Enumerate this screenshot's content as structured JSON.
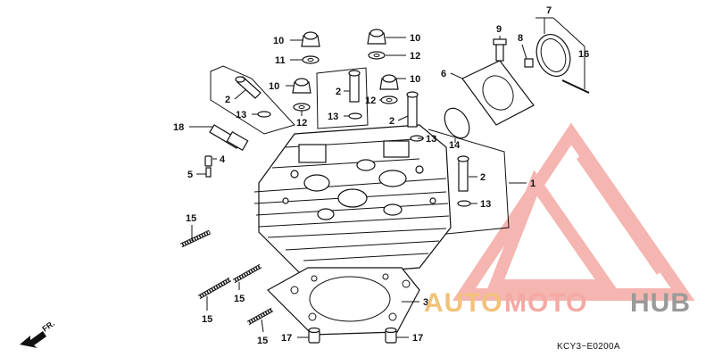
{
  "diagram_code": "KCY3−E0200A",
  "front_marker": "FR.",
  "watermark": {
    "word_a": "AUTO",
    "word_b": "MOTO",
    "word_c": "HUB",
    "color_primary": "#f4a9a4",
    "color_accent": "#f2c27a",
    "color_dark": "#9a9a9a"
  },
  "callouts": [
    {
      "id": "c10a",
      "text": "10"
    },
    {
      "id": "c11",
      "text": "11"
    },
    {
      "id": "c10b",
      "text": "10"
    },
    {
      "id": "c12a",
      "text": "12"
    },
    {
      "id": "c10c",
      "text": "10"
    },
    {
      "id": "c12b",
      "text": "12"
    },
    {
      "id": "c10d",
      "text": "10"
    },
    {
      "id": "c12c",
      "text": "12"
    },
    {
      "id": "c2a",
      "text": "2"
    },
    {
      "id": "c2b",
      "text": "2"
    },
    {
      "id": "c13a",
      "text": "13"
    },
    {
      "id": "c13b",
      "text": "13"
    },
    {
      "id": "c2c",
      "text": "2"
    },
    {
      "id": "c13c",
      "text": "13"
    },
    {
      "id": "c2d",
      "text": "2"
    },
    {
      "id": "c13d",
      "text": "13"
    },
    {
      "id": "c1",
      "text": "1"
    },
    {
      "id": "c18",
      "text": "18"
    },
    {
      "id": "c4",
      "text": "4"
    },
    {
      "id": "c5",
      "text": "5"
    },
    {
      "id": "c6",
      "text": "6"
    },
    {
      "id": "c7",
      "text": "7"
    },
    {
      "id": "c8",
      "text": "8"
    },
    {
      "id": "c9",
      "text": "9"
    },
    {
      "id": "c16",
      "text": "16"
    },
    {
      "id": "c14",
      "text": "14"
    },
    {
      "id": "c15a",
      "text": "15"
    },
    {
      "id": "c15b",
      "text": "15"
    },
    {
      "id": "c15c",
      "text": "15"
    },
    {
      "id": "c15d",
      "text": "15"
    },
    {
      "id": "c3",
      "text": "3"
    },
    {
      "id": "c17a",
      "text": "17"
    },
    {
      "id": "c17b",
      "text": "17"
    }
  ]
}
